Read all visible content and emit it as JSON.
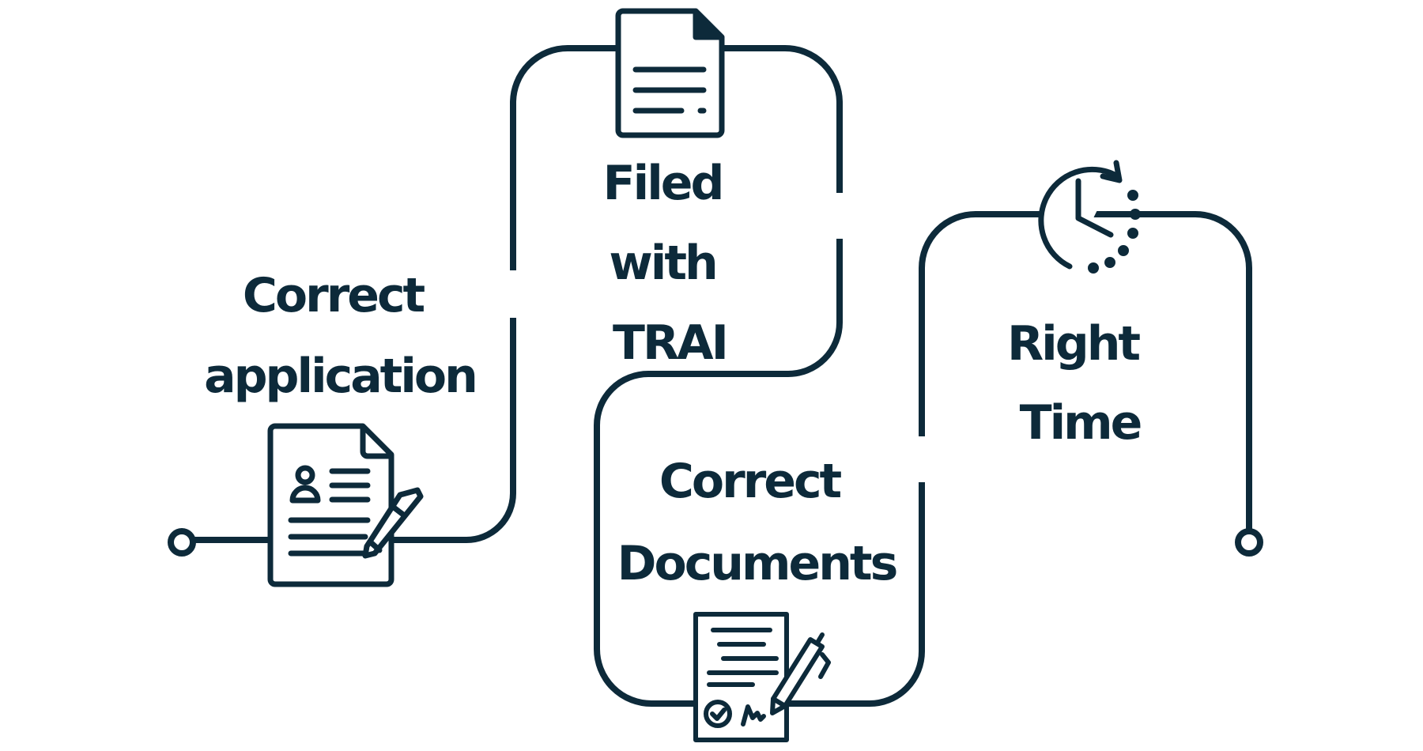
{
  "colors": {
    "stroke": "#0d2a3a",
    "background": "#ffffff"
  },
  "steps": [
    {
      "icon": "application-form-icon",
      "lines": [
        "Correct",
        "application"
      ]
    },
    {
      "icon": "document-icon",
      "lines": [
        "Filed",
        "with",
        "TRAI"
      ]
    },
    {
      "icon": "signed-document-icon",
      "lines": [
        "Correct",
        "Documents"
      ]
    },
    {
      "icon": "clock-icon",
      "lines": [
        "Right",
        "Time"
      ]
    }
  ]
}
